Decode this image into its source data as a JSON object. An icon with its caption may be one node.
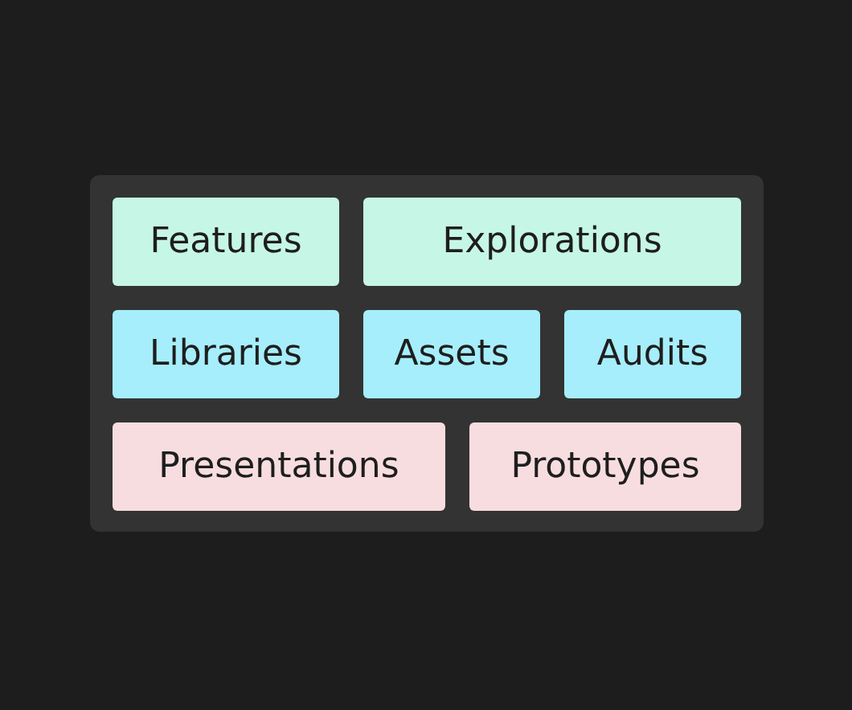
{
  "diagram": {
    "nodes": [
      {
        "text": [],
        "shape": "box"
      },
      {
        "text": [
          "Features"
        ],
        "in": 0
      },
      {
        "text": [
          "Explorations"
        ],
        "in": 0
      },
      {
        "text": [
          "Libraries"
        ],
        "in": 0
      },
      {
        "text": [
          "Assets"
        ],
        "in": 0
      },
      {
        "text": [
          "Audits"
        ],
        "in": 0
      },
      {
        "text": [
          "Presentations"
        ],
        "in": 0
      },
      {
        "text": [
          "Prototypes"
        ],
        "in": 0
      }
    ]
  }
}
